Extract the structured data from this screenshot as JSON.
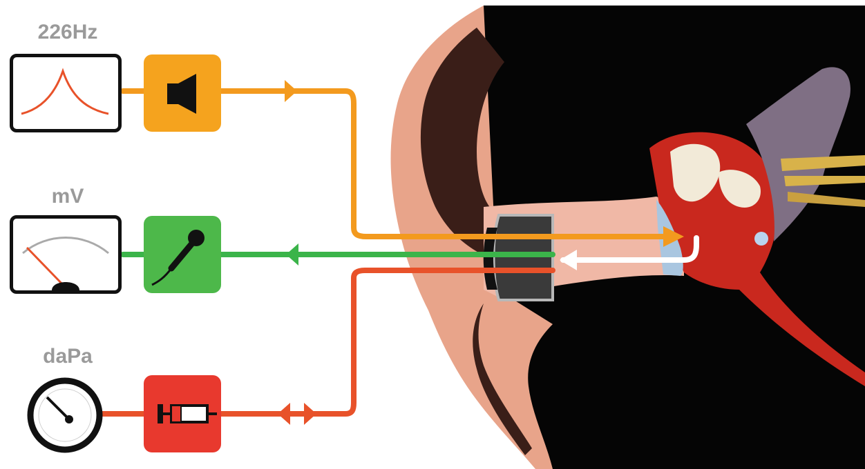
{
  "labels": {
    "frequency_unit": "226Hz",
    "voltage_unit": "mV",
    "pressure_unit": "daPa"
  },
  "colors": {
    "probe_tone": "#f39a1e",
    "microphone": "#3bb44a",
    "pressure": "#e8522a",
    "speaker_box": "#f5a31e",
    "mic_box": "#4db84a",
    "pump_box": "#e8392e",
    "background_dark": "#050505"
  },
  "icons": {
    "speaker": "speaker-icon",
    "microphone": "microphone-icon",
    "pump": "syringe-pump-icon",
    "frequency_display": "resonance-curve-display",
    "voltmeter": "analog-meter-display",
    "pressure_gauge": "pressure-gauge-dial"
  }
}
